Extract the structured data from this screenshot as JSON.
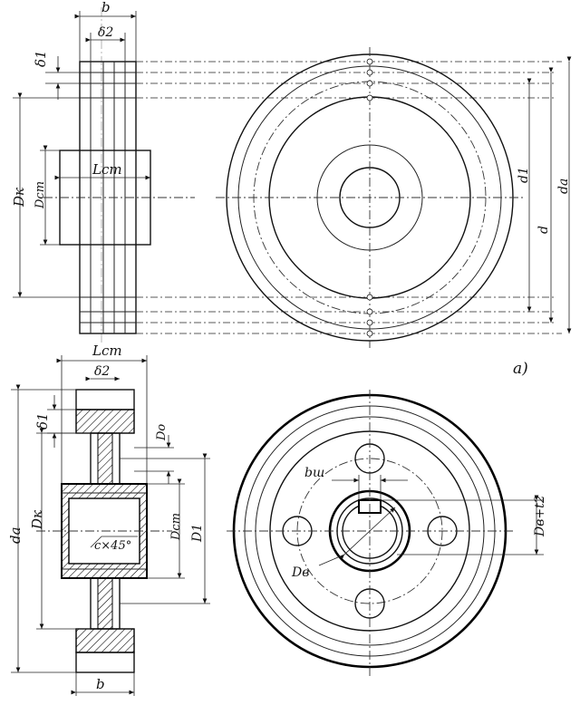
{
  "view_a_label": "a)",
  "top_view": {
    "labels": {
      "b": "b",
      "delta2": "δ2",
      "delta1": "δ1",
      "Dk": "Dк",
      "Dcm": "Dст",
      "Lcm": "Lст",
      "d1": "d1",
      "d": "d",
      "da": "da"
    }
  },
  "bottom_view": {
    "labels": {
      "Lcm": "Lст",
      "delta2": "δ2",
      "delta1": "δ1",
      "da": "da",
      "Dk": "Dк",
      "c45": "c×45°",
      "Do": "Do",
      "Dcm": "Dст",
      "D1": "D1",
      "b": "b",
      "bw": "bш",
      "Dv": "Dв",
      "DvT2": "Dв+t2"
    }
  }
}
